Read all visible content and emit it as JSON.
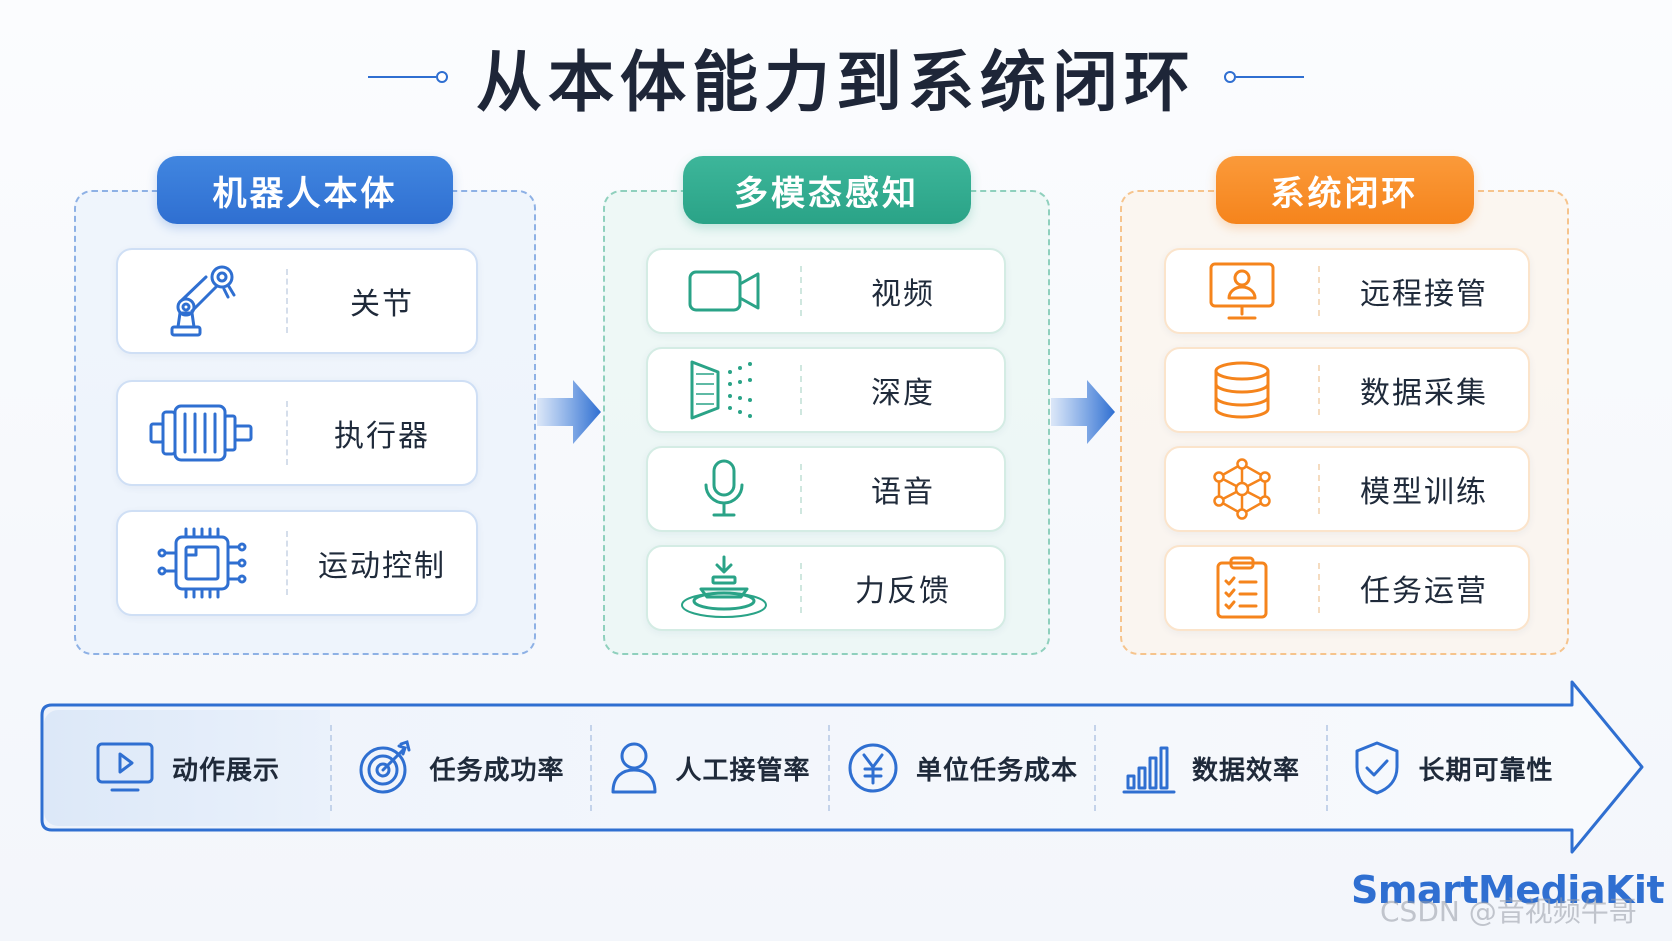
{
  "title": "从本体能力到系统闭环",
  "colors": {
    "blue": "#2f6fd1",
    "green": "#2aa387",
    "orange": "#f5841c"
  },
  "panels": {
    "body": {
      "header": "机器人本体",
      "items": [
        {
          "icon": "robot-arm-icon",
          "label": "关节"
        },
        {
          "icon": "motor-icon",
          "label": "执行器"
        },
        {
          "icon": "chip-icon",
          "label": "运动控制"
        }
      ]
    },
    "perception": {
      "header": "多模态感知",
      "items": [
        {
          "icon": "video-camera-icon",
          "label": "视频"
        },
        {
          "icon": "depth-sensor-icon",
          "label": "深度"
        },
        {
          "icon": "microphone-icon",
          "label": "语音"
        },
        {
          "icon": "force-feedback-icon",
          "label": "力反馈"
        }
      ]
    },
    "closed_loop": {
      "header": "系统闭环",
      "items": [
        {
          "icon": "remote-monitor-icon",
          "label": "远程接管"
        },
        {
          "icon": "database-icon",
          "label": "数据采集"
        },
        {
          "icon": "neural-network-icon",
          "label": "模型训练"
        },
        {
          "icon": "clipboard-checklist-icon",
          "label": "任务运营"
        }
      ]
    }
  },
  "metrics": [
    {
      "icon": "play-screen-icon",
      "label": "动作展示"
    },
    {
      "icon": "target-icon",
      "label": "任务成功率"
    },
    {
      "icon": "person-icon",
      "label": "人工接管率"
    },
    {
      "icon": "yuan-coin-icon",
      "label": "单位任务成本"
    },
    {
      "icon": "bar-chart-icon",
      "label": "数据效率"
    },
    {
      "icon": "shield-check-icon",
      "label": "长期可靠性"
    }
  ],
  "brand": "SmartMediaKit",
  "watermark": "CSDN @音视频牛哥"
}
